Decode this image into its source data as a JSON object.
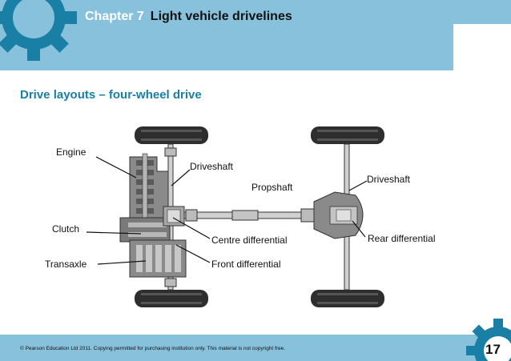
{
  "header": {
    "chapter": "Chapter 7",
    "title": "Light vehicle drivelines"
  },
  "subtitle": "Drive layouts – four-wheel drive",
  "diagram": {
    "labels": {
      "engine": "Engine",
      "driveshaft_front": "Driveshaft",
      "propshaft": "Propshaft",
      "driveshaft_rear": "Driveshaft",
      "clutch": "Clutch",
      "centre_differential": "Centre differential",
      "rear_differential": "Rear differential",
      "transaxle": "Transaxle",
      "front_differential": "Front differential"
    }
  },
  "footer": {
    "copyright": "© Pearson Education Ltd 2011. Copying permitted for purchasing institution only. This material is not copyright free.",
    "page_number": "17"
  },
  "colors": {
    "band": "#87c1dc",
    "gear": "#1a7fa4",
    "subtitle": "#1a7fa4"
  }
}
